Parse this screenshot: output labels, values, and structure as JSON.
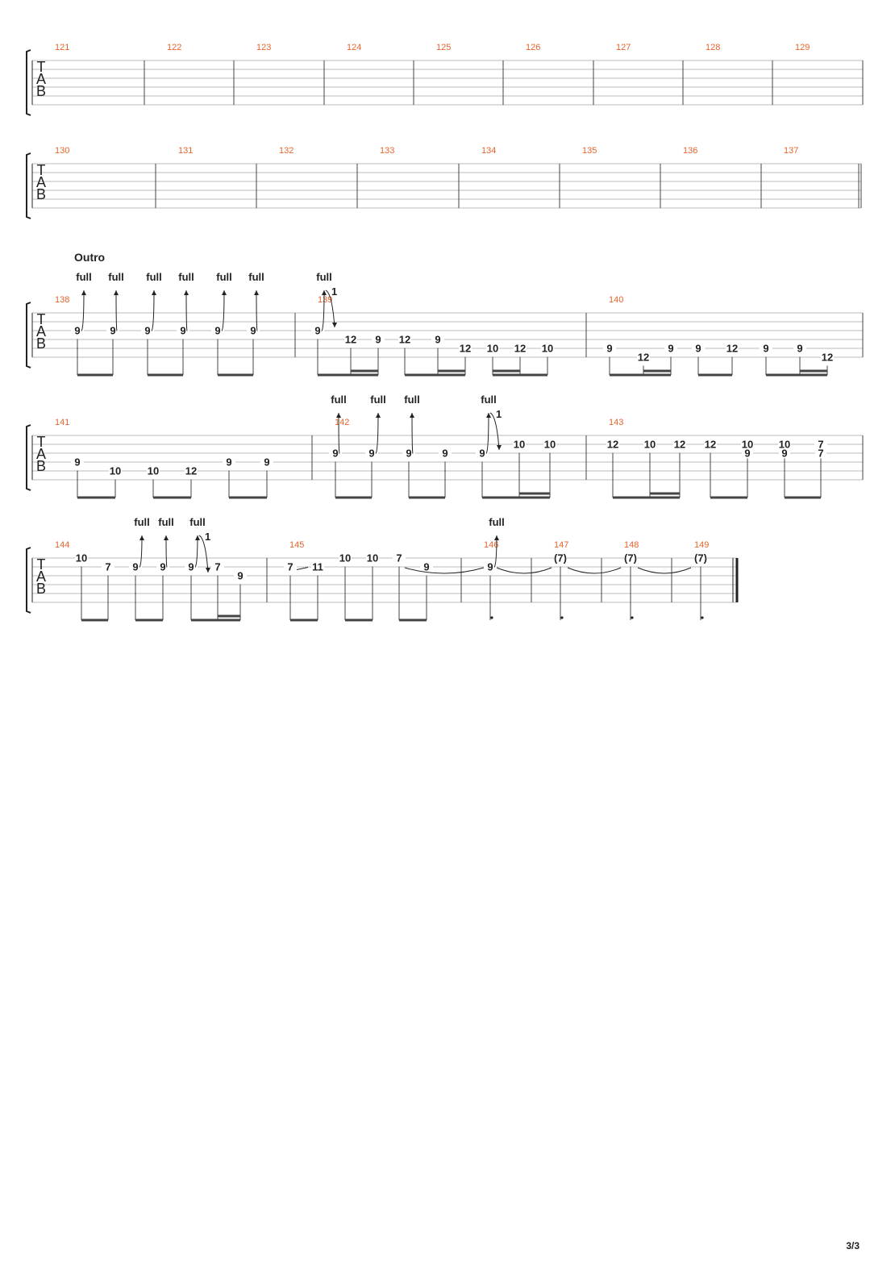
{
  "page": {
    "number": "3/3"
  },
  "section_label": "Outro",
  "bend_full": "full",
  "bend_one": "1",
  "systems": [
    {
      "measures": [
        {
          "n": "121",
          "notes": []
        },
        {
          "n": "122",
          "notes": []
        },
        {
          "n": "123",
          "notes": []
        },
        {
          "n": "124",
          "notes": []
        },
        {
          "n": "125",
          "notes": []
        },
        {
          "n": "126",
          "notes": []
        },
        {
          "n": "127",
          "notes": []
        },
        {
          "n": "128",
          "notes": []
        },
        {
          "n": "129",
          "notes": []
        }
      ]
    },
    {
      "measures": [
        {
          "n": "130",
          "notes": []
        },
        {
          "n": "131",
          "notes": []
        },
        {
          "n": "132",
          "notes": []
        },
        {
          "n": "133",
          "notes": []
        },
        {
          "n": "134",
          "notes": []
        },
        {
          "n": "135",
          "notes": []
        },
        {
          "n": "136",
          "notes": []
        },
        {
          "n": "137",
          "notes": []
        }
      ],
      "end": "double"
    },
    {
      "section": true,
      "measures": [
        {
          "n": "138",
          "notes": [
            {
              "s": 3,
              "f": "9",
              "bend": "full"
            },
            {
              "s": 3,
              "f": "9",
              "bend": "full",
              "pre": 1
            },
            {
              "s": 3,
              "f": "9",
              "bend": "full"
            },
            {
              "s": 3,
              "f": "9",
              "bend": "full",
              "pre": 1
            },
            {
              "s": 3,
              "f": "9",
              "bend": "full"
            },
            {
              "s": 3,
              "f": "9",
              "bend": "full",
              "pre": 1
            }
          ],
          "beams": [
            [
              0,
              1
            ],
            [
              2,
              3
            ],
            [
              4,
              5
            ]
          ]
        },
        {
          "n": "139",
          "notes": [
            {
              "s": 3,
              "f": "9",
              "bend": "full",
              "release": "1"
            },
            {
              "s": 4,
              "f": "12"
            },
            {
              "s": 4,
              "f": "9"
            },
            {
              "s": 4,
              "f": "12"
            },
            {
              "s": 4,
              "f": "9"
            },
            {
              "s": 5,
              "f": "12"
            },
            {
              "s": 5,
              "f": "10"
            },
            {
              "s": 5,
              "f": "12"
            },
            {
              "s": 5,
              "f": "10"
            }
          ],
          "beams": [
            [
              0,
              1,
              2
            ],
            [
              3,
              4,
              5
            ],
            [
              6,
              7,
              8
            ]
          ],
          "double": [
            [
              1,
              2
            ],
            [
              4,
              5
            ],
            [
              6,
              7
            ]
          ]
        },
        {
          "n": "140",
          "notes": [
            {
              "s": 5,
              "f": "9"
            },
            {
              "s": 6,
              "f": "12"
            },
            {
              "s": 5,
              "f": "9"
            },
            {
              "s": 5,
              "f": "9"
            },
            {
              "s": 5,
              "f": "12"
            },
            {
              "s": 5,
              "f": "9"
            },
            {
              "s": 5,
              "f": "9"
            },
            {
              "s": 6,
              "f": "12"
            }
          ],
          "beams": [
            [
              0,
              1,
              2
            ],
            [
              3,
              4
            ],
            [
              5,
              6,
              7
            ]
          ],
          "double": [
            [
              1,
              2
            ],
            [
              6,
              7
            ]
          ]
        }
      ]
    },
    {
      "measures": [
        {
          "n": "141",
          "notes": [
            {
              "s": 4,
              "f": "9"
            },
            {
              "s": 5,
              "f": "10"
            },
            {
              "s": 5,
              "f": "10"
            },
            {
              "s": 5,
              "f": "12"
            },
            {
              "s": 4,
              "f": "9"
            },
            {
              "s": 4,
              "f": "9"
            }
          ],
          "beams": [
            [
              0,
              1
            ],
            [
              2,
              3
            ],
            [
              4,
              5
            ]
          ]
        },
        {
          "n": "142",
          "notes": [
            {
              "s": 3,
              "f": "9",
              "bend": "full",
              "pre": 1
            },
            {
              "s": 3,
              "f": "9",
              "bend": "full"
            },
            {
              "s": 3,
              "f": "9",
              "bend": "full",
              "pre": 1
            },
            {
              "s": 3,
              "f": "9"
            },
            {
              "s": 3,
              "f": "9",
              "bend": "full",
              "release": "1"
            },
            {
              "s": 2,
              "f": "10"
            },
            {
              "s": 2,
              "f": "10"
            }
          ],
          "beams": [
            [
              0,
              1
            ],
            [
              2,
              3
            ],
            [
              4,
              5,
              6
            ]
          ],
          "double": [
            [
              5,
              6
            ]
          ]
        },
        {
          "n": "143",
          "notes": [
            {
              "s": 2,
              "f": "12"
            },
            {
              "s": 2,
              "f": "10"
            },
            {
              "s": 2,
              "f": "12"
            },
            {
              "s": 2,
              "f": "12"
            },
            {
              "s": 2,
              "f": "10",
              "low": "9"
            },
            {
              "s": 2,
              "f": "10",
              "low": "9"
            },
            {
              "s": 2,
              "f": "7",
              "low": "7"
            }
          ],
          "beams": [
            [
              0,
              1,
              2
            ],
            [
              3,
              4
            ],
            [
              5,
              6
            ]
          ],
          "double": [
            [
              1,
              2
            ]
          ]
        }
      ]
    },
    {
      "measures": [
        {
          "n": "144",
          "notes": [
            {
              "s": 1,
              "f": "10"
            },
            {
              "s": 2,
              "f": "7"
            },
            {
              "s": 2,
              "f": "9",
              "bend": "full"
            },
            {
              "s": 2,
              "f": "9",
              "bend": "full",
              "pre": 1
            },
            {
              "s": 2,
              "f": "9",
              "bend": "full",
              "release": "1"
            },
            {
              "s": 2,
              "f": "7"
            },
            {
              "s": 3,
              "f": "9"
            }
          ],
          "beams": [
            [
              0,
              1
            ],
            [
              2,
              3
            ],
            [
              4,
              5,
              6
            ]
          ],
          "double": [
            [
              5,
              6
            ]
          ]
        },
        {
          "n": "145",
          "notes": [
            {
              "s": 2,
              "f": "7",
              "slide": true
            },
            {
              "s": 2,
              "f": "11"
            },
            {
              "s": 1,
              "f": "10"
            },
            {
              "s": 1,
              "f": "10"
            },
            {
              "s": 1,
              "f": "7"
            },
            {
              "s": 2,
              "f": "9"
            }
          ],
          "beams": [
            [
              0,
              1
            ],
            [
              2,
              3
            ],
            [
              4,
              5
            ]
          ]
        },
        {
          "n": "146",
          "notes": [
            {
              "s": 2,
              "f": "9",
              "bend": "full"
            }
          ],
          "dotted": true
        },
        {
          "n": "147",
          "notes": [
            {
              "s": 1,
              "f": "(7)"
            }
          ],
          "dotted": true
        },
        {
          "n": "148",
          "notes": [
            {
              "s": 1,
              "f": "(7)"
            }
          ],
          "dotted": true
        },
        {
          "n": "149",
          "notes": [
            {
              "s": 1,
              "f": "(7)"
            }
          ],
          "dotted": true
        }
      ],
      "end": "final"
    }
  ]
}
